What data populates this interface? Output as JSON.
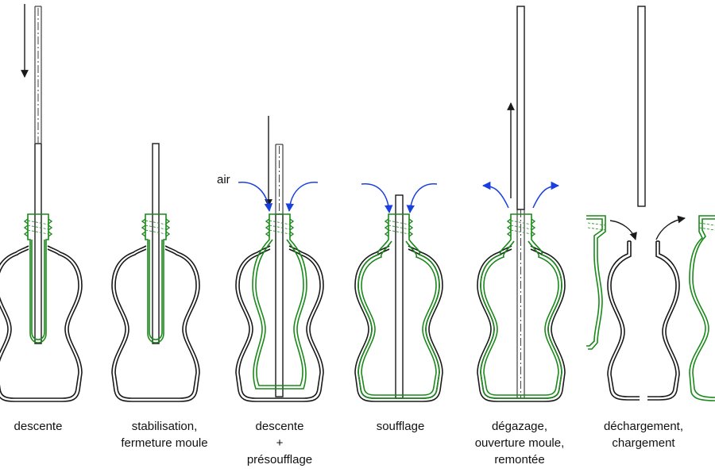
{
  "colors": {
    "mold": "#1a1a1a",
    "preform": "#1a8a1a",
    "air_arrow": "#1a3fe0",
    "rod": "#1a1a1a"
  },
  "air_label": "air",
  "steps": [
    {
      "lines": [
        "descente"
      ]
    },
    {
      "lines": [
        "stabilisation,",
        "fermeture moule"
      ]
    },
    {
      "lines": [
        "descente",
        "+",
        "présoufflage"
      ]
    },
    {
      "lines": [
        "soufflage"
      ]
    },
    {
      "lines": [
        "dégazage,",
        "ouverture moule,",
        "remontée"
      ]
    },
    {
      "lines": [
        "déchargement,",
        "chargement"
      ]
    }
  ]
}
